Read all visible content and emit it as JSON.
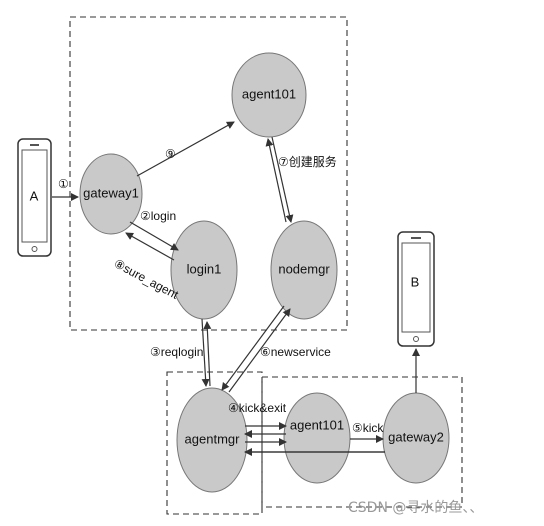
{
  "nodes": {
    "A": "A",
    "B": "B",
    "gateway1": "gateway1",
    "agent101_top": "agent101",
    "login1": "login1",
    "nodemgr": "nodemgr",
    "agentmgr": "agentmgr",
    "agent101_bottom": "agent101",
    "gateway2": "gateway2"
  },
  "edges": {
    "e1": "①",
    "e9": "⑨",
    "e7": "⑦创建服务",
    "e2": "②login",
    "e8": "⑧sure_agent",
    "e3": "③reqlogin",
    "e6": "⑥newservice",
    "e4": "④kick&exit",
    "e5": "⑤kick"
  },
  "watermark": "CSDN @寻水的鱼、、",
  "colors": {
    "node_fill": "#c9c9c9",
    "line": "#333333"
  }
}
